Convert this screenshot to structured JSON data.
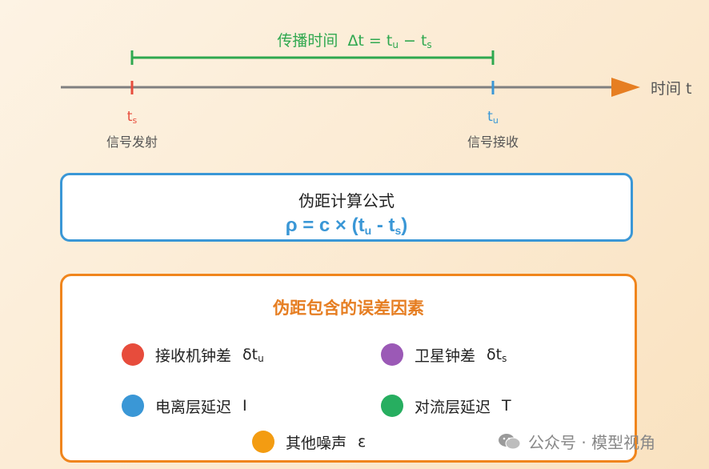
{
  "timeline": {
    "propagation_label": "传播时间",
    "propagation_formula_prefix": "Δt = t",
    "propagation_formula_sub1": "u",
    "propagation_formula_mid": " − t",
    "propagation_formula_sub2": "s",
    "axis_label": "时间 t",
    "send": {
      "symbol": "t",
      "sub": "s",
      "label": "信号发射",
      "color": "#e74c3c"
    },
    "receive": {
      "symbol": "t",
      "sub": "u",
      "label": "信号接收",
      "color": "#3a97d6"
    },
    "span_color": "#2fa84f",
    "axis_color": "#808080",
    "arrow_color": "#e67e22"
  },
  "formula": {
    "title": "伪距计算公式",
    "expr_prefix": "ρ = c × (t",
    "expr_sub1": "u",
    "expr_mid": " - t",
    "expr_sub2": "s",
    "expr_suffix": ")",
    "border_color": "#3a97d6"
  },
  "errors": {
    "title": "伪距包含的误差因素",
    "items": [
      {
        "label": "接收机钟差",
        "symbol": "δt",
        "sub": "u",
        "color": "#e74c3c"
      },
      {
        "label": "卫星钟差",
        "symbol": "δt",
        "sub": "s",
        "color": "#9b59b6"
      },
      {
        "label": "电离层延迟",
        "symbol": "I",
        "sub": "",
        "color": "#3a97d6"
      },
      {
        "label": "对流层延迟",
        "symbol": "T",
        "sub": "",
        "color": "#27ae60"
      },
      {
        "label": "其他噪声",
        "symbol": "ε",
        "sub": "",
        "color": "#f39c12"
      }
    ]
  },
  "watermark": {
    "text": "公众号 · 模型视角",
    "icon": "wechat-icon"
  }
}
